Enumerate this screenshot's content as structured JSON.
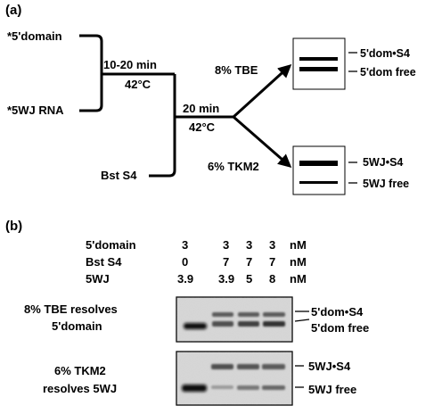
{
  "panel_a": {
    "label": "(a)",
    "inputs": {
      "five_domain": "*5'domain",
      "five_wj_rna": "*5WJ RNA",
      "bst_s4": "Bst S4"
    },
    "step1": {
      "time": "10-20 min",
      "temp": "42°C"
    },
    "step2": {
      "time": "20 min",
      "temp": "42°C"
    },
    "gel_tbe": {
      "condition": "8% TBE",
      "band_top": "5'dom•S4",
      "band_bottom": "5'dom free"
    },
    "gel_tkm2": {
      "condition": "6% TKM2",
      "band_top": "5WJ•S4",
      "band_bottom": "5WJ free"
    }
  },
  "panel_b": {
    "label": "(b)",
    "table": {
      "rows": [
        {
          "name": "5'domain",
          "values": [
            "3",
            "3",
            "3",
            "3"
          ],
          "unit": "nM"
        },
        {
          "name": "Bst S4",
          "values": [
            "0",
            "7",
            "7",
            "7"
          ],
          "unit": "nM"
        },
        {
          "name": "5WJ",
          "values": [
            "3.9",
            "3.9",
            "5",
            "8"
          ],
          "unit": "nM"
        }
      ]
    },
    "gel_tbe": {
      "caption_line1": "8% TBE resolves",
      "caption_line2": "5'domain",
      "band_top": "5'dom•S4",
      "band_bottom": "5'dom free"
    },
    "gel_tkm2": {
      "caption_line1": "6% TKM2",
      "caption_line2": "resolves 5WJ",
      "band_top": "5WJ•S4",
      "band_bottom": "5WJ free"
    }
  }
}
